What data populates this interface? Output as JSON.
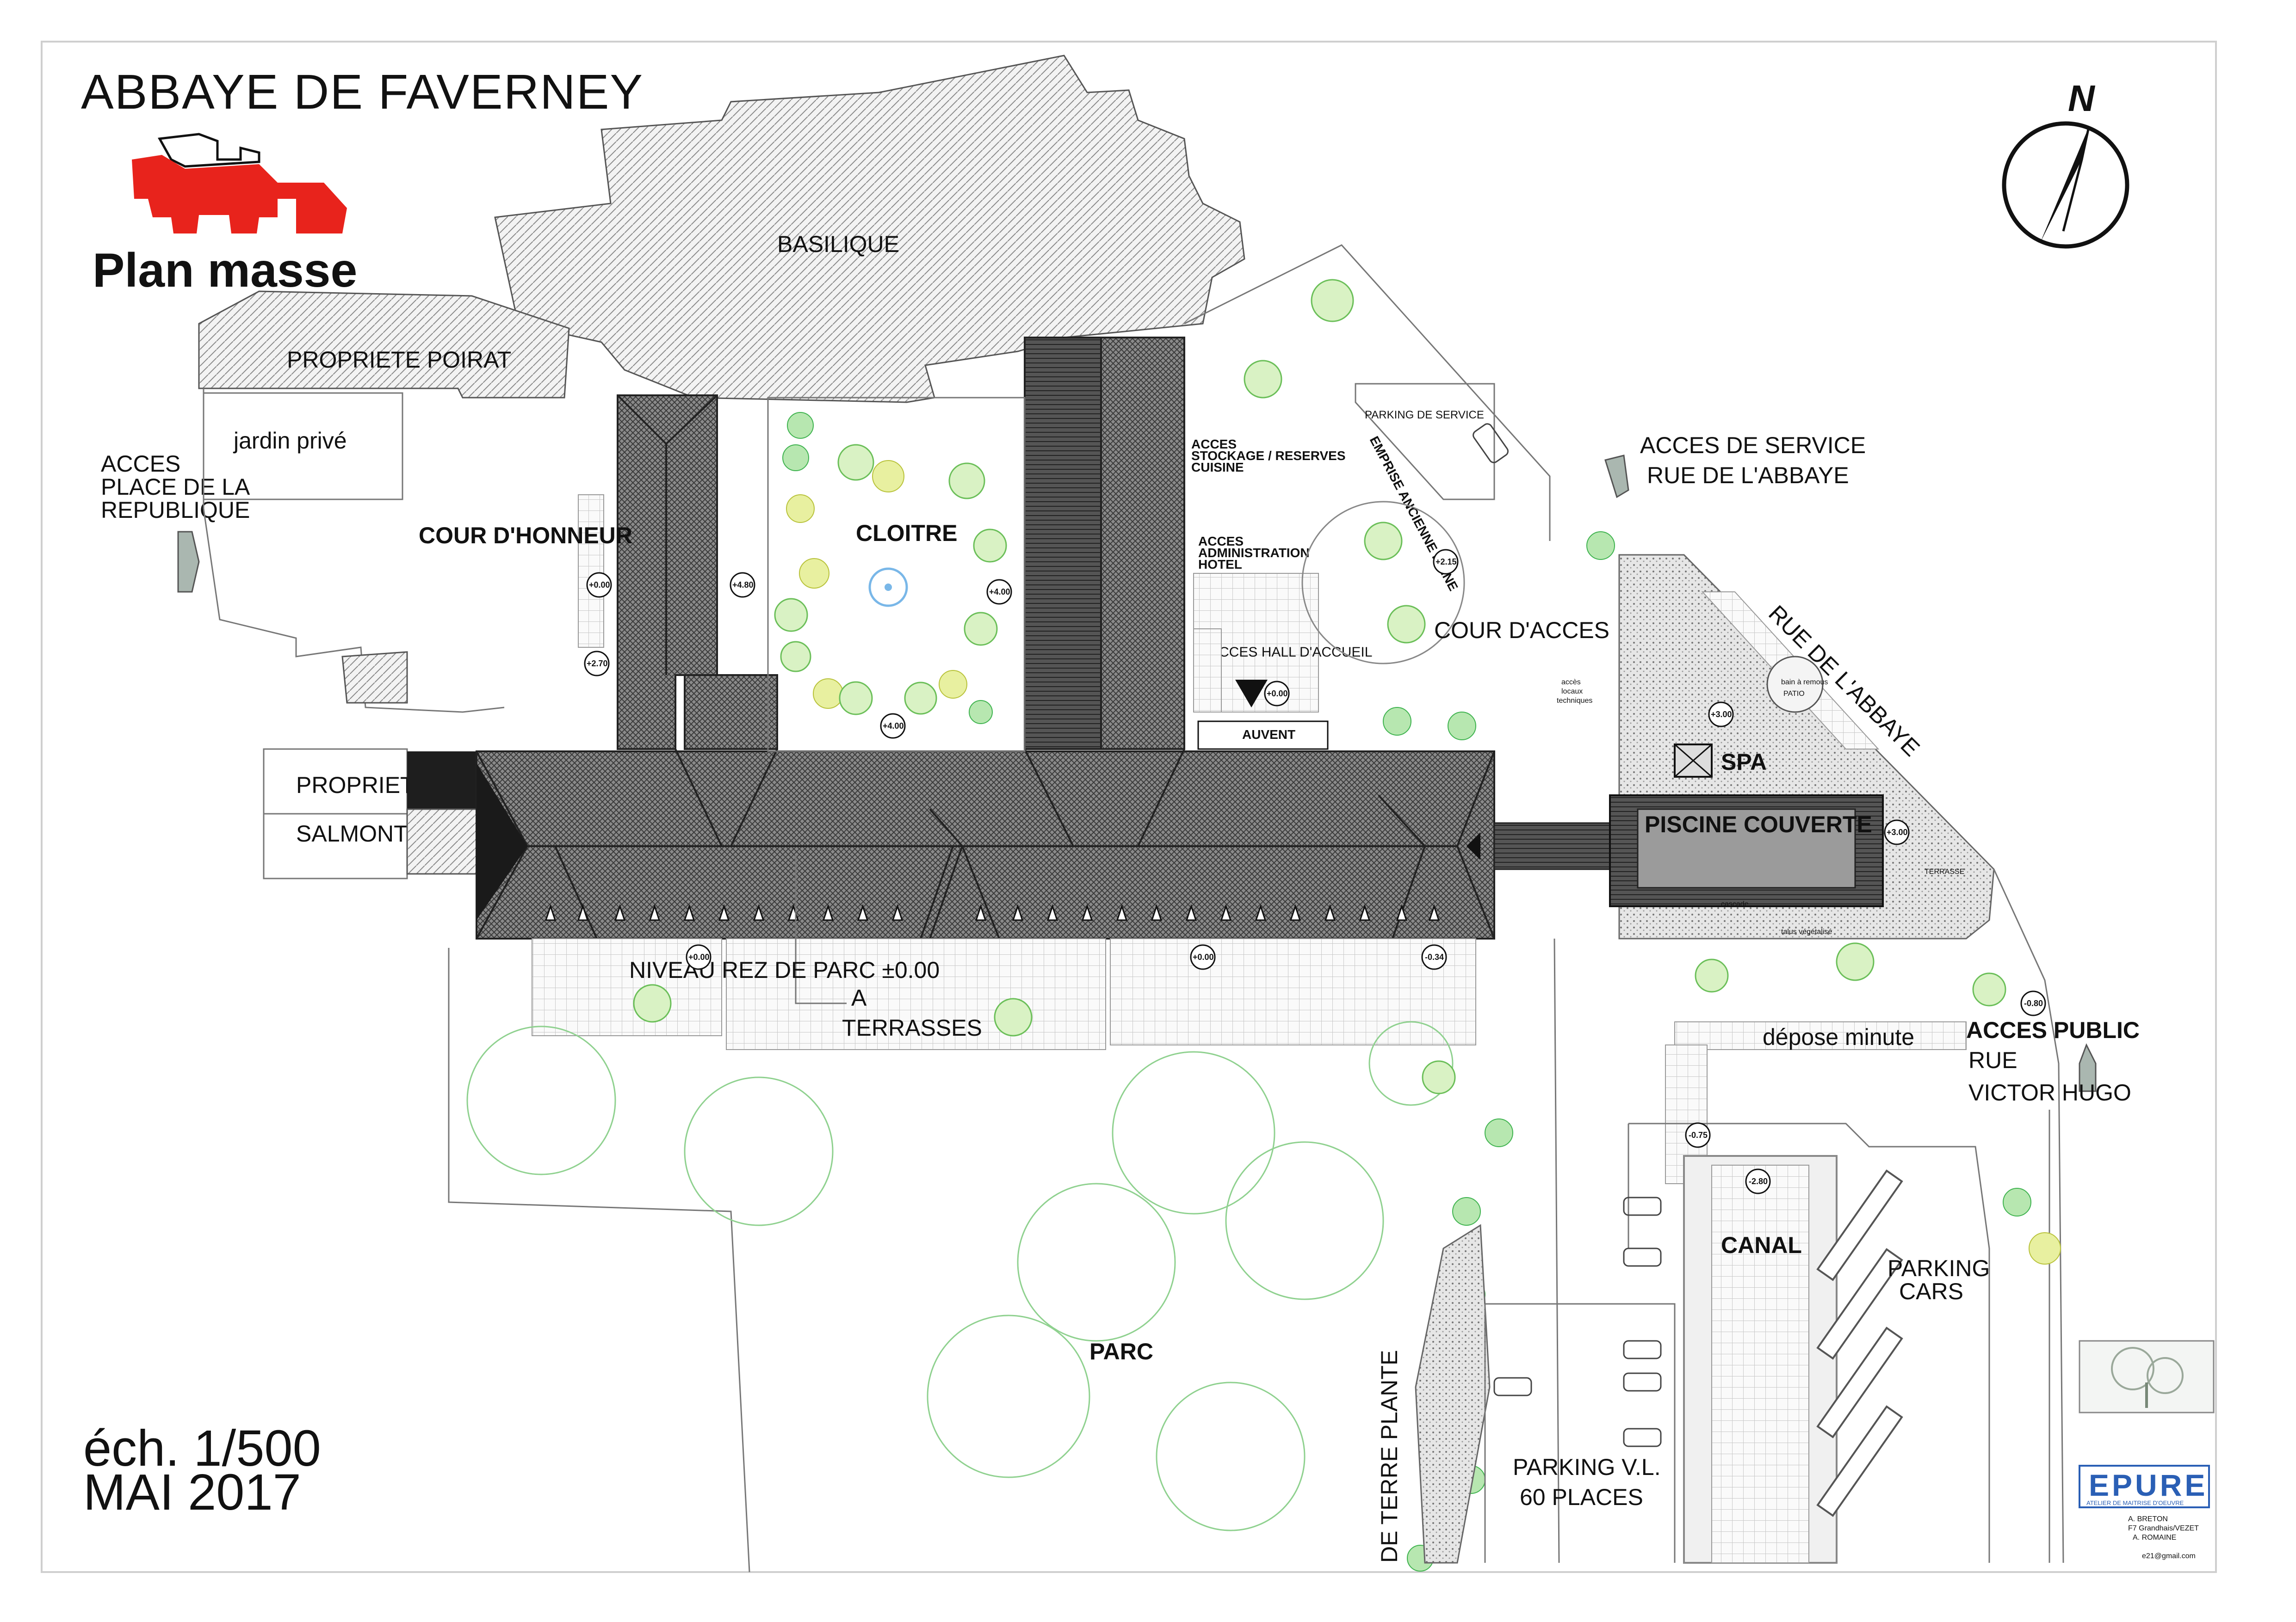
{
  "title": "ABBAYE DE FAVERNEY",
  "subtitle": "Plan masse",
  "scale": "éch. 1/500",
  "date": "MAI 2017",
  "north": "N",
  "labels": {
    "basilique": "BASILIQUE",
    "propriete_poirat": "PROPRIETE  POIRAT",
    "jardin_prive": "jardin privé",
    "acces_place_1": "ACCES",
    "acces_place_2": "PLACE  DE  LA",
    "acces_place_3": "REPUBLIQUE",
    "cour_honneur": "COUR D'HONNEUR",
    "cloitre": "CLOITRE",
    "acces_stockage_1": "ACCES",
    "acces_stockage_2": "STOCKAGE / RESERVES",
    "acces_stockage_3": "CUISINE",
    "acces_admin_1": "ACCES",
    "acces_admin_2": "ADMINISTRATION",
    "acces_admin_3": "HOTEL",
    "acces_hall": "ACCES HALL D'ACCUEIL",
    "auvent": "AUVENT",
    "parking_service": "PARKING DE SERVICE",
    "emprise": "EMPRISE ANCIENNE RUINE",
    "acces_service_1": "ACCES DE SERVICE",
    "acces_service_2": "RUE DE L'ABBAYE",
    "cour_acces": "COUR D'ACCES",
    "rue_abbaye": "RUE  DE  L'ABBAYE",
    "acces_locaux_1": "accès",
    "acces_locaux_2": "locaux",
    "acces_locaux_3": "techniques",
    "spa": "SPA",
    "piscine": "PISCINE COUVERTE",
    "cascade": "cascade",
    "talus": "talus végétalisé",
    "terrasse": "TERRASSE",
    "bain": "bain à remous",
    "patio": "PATIO",
    "propriete_salmont_1": "PROPRIETE",
    "propriete_salmont_2": "SALMONT",
    "niveau": "NIVEAU  REZ  DE  PARC  ±0.00",
    "section_mark": "A",
    "terrasses": "TERRASSES",
    "parc": "PARC",
    "depose": "dépose minute",
    "acces_public_1": "ACCES PUBLIC",
    "acces_public_2": "RUE",
    "acces_public_3": "VICTOR HUGO",
    "canal": "CANAL",
    "parking_cars_1": "PARKING",
    "parking_cars_2": "CARS",
    "parking_vl_1": "PARKING V.L.",
    "parking_vl_2": "60 PLACES",
    "terre_plante": "DE TERRE PLANTE",
    "epure_logo": "EPURE",
    "epure_tag": "ATELIER DE MAITRISE D'OEUVRE",
    "credit_1": "A. BRETON",
    "credit_2": "F7 Grandhais/VEZET",
    "credit_3": "A. ROMAINE",
    "credit_email": "e21@gmail.com"
  },
  "elevations": {
    "e1": "+0.00",
    "e2": "+4.80",
    "e3": "+4.00",
    "e4": "+2.70",
    "e5": "+4.00",
    "e6": "+0.00",
    "e7": "+2.15",
    "e8": "+3.00",
    "e9": "+3.00",
    "e10": "+0.00",
    "e11": "+0.00",
    "e12": "-0.34",
    "e13": "-0.80",
    "e14": "-0.75",
    "e15": "-2.80"
  },
  "colors": {
    "logo_red": "#e8231c",
    "epure_blue": "#2a5fb5",
    "tree_green": "#3fb34f",
    "tree_light": "#8fd18f"
  }
}
